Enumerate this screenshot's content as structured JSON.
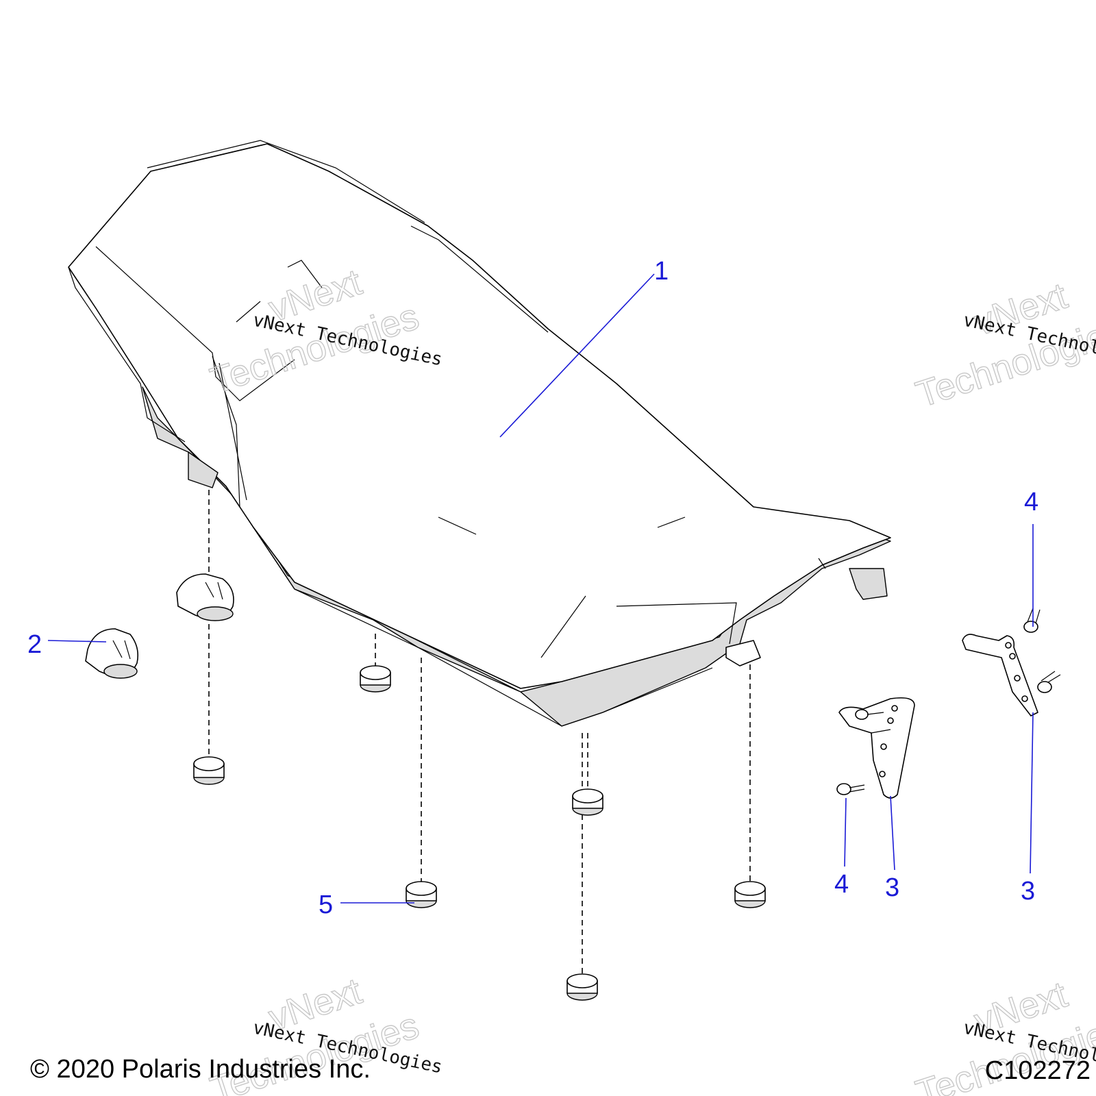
{
  "callouts": {
    "seat": "1",
    "seat_latch_hook": "2",
    "bracket_center": "3",
    "bracket_right": "3",
    "screw_upper": "4",
    "screw_lower": "4",
    "grommet": "5"
  },
  "watermarks": {
    "line_text": "vNext Technologies",
    "word1": "vNext",
    "word2": "Technologies"
  },
  "footer": {
    "copyright": "© 2020 Polaris Industries Inc.",
    "diagram_id": "C102272"
  },
  "colors": {
    "callout": "#1a1ad6",
    "line_art": "#000000",
    "watermark_outline": "#c8c8c8"
  }
}
